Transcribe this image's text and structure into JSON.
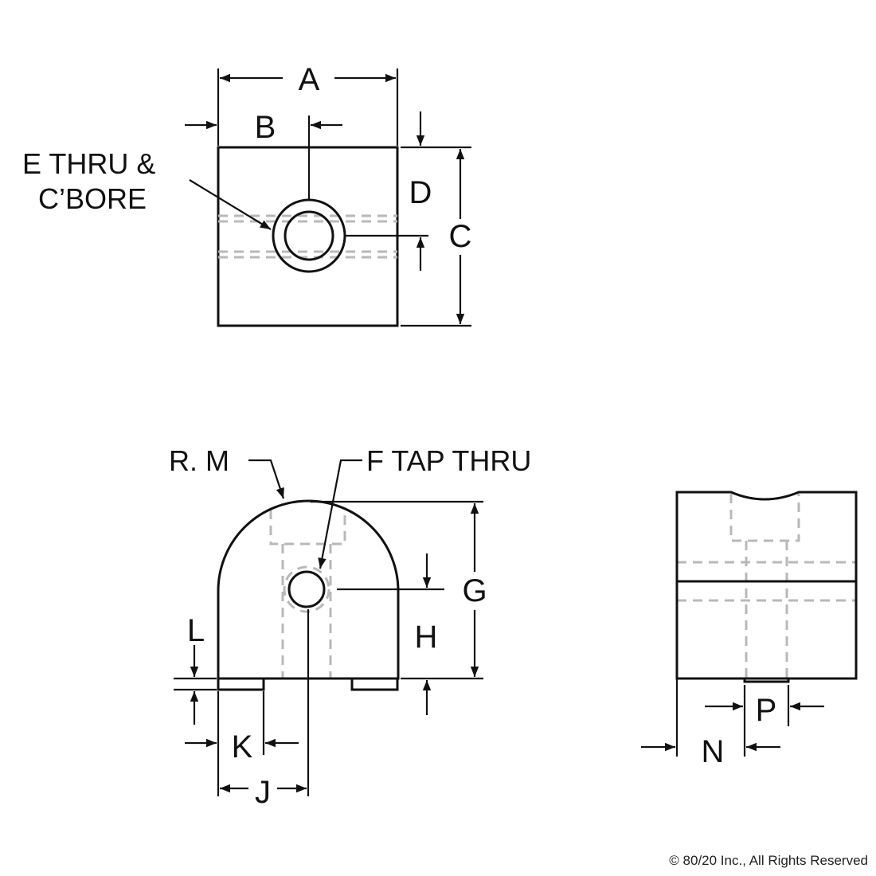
{
  "top_view": {
    "dims": {
      "a": "A",
      "b": "B",
      "c": "C",
      "d": "D"
    },
    "note_line1": "E THRU &",
    "note_line2": "C’BORE"
  },
  "front_view": {
    "dims": {
      "g": "G",
      "h": "H",
      "j": "J",
      "k": "K",
      "l": "L"
    },
    "radius_note": "R. M",
    "tap_note": "F TAP THRU"
  },
  "side_view": {
    "dims": {
      "n": "N",
      "p": "P"
    }
  },
  "copyright": "© 80/20 Inc., All Rights Reserved"
}
